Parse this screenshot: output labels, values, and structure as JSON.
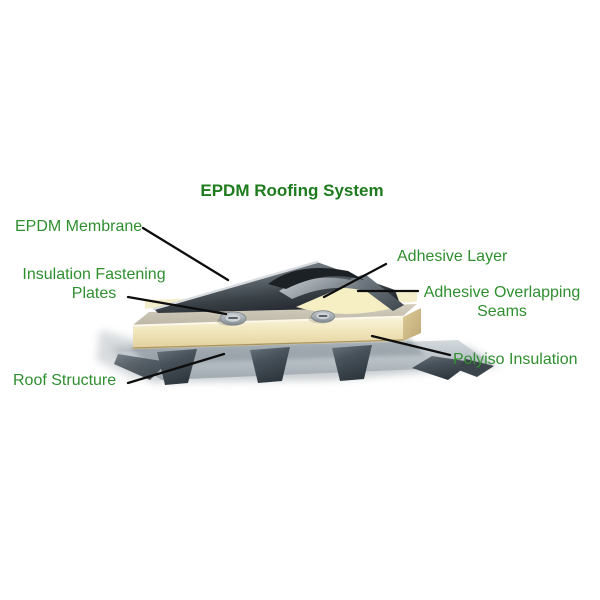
{
  "title": "EPDM Roofing System",
  "labels": {
    "epdm_membrane": {
      "text": "EPDM Membrane"
    },
    "insulation_fastening_plates": {
      "line1": "Insulation Fastening",
      "line2": "Plates"
    },
    "roof_structure": {
      "text": "Roof Structure"
    },
    "adhesive_layer": {
      "text": "Adhesive Layer"
    },
    "adhesive_overlapping_seams": {
      "line1": "Adhesive Overlapping",
      "line2": "Seams"
    },
    "polyiso_insulation": {
      "text": "Polyiso Insulation"
    }
  },
  "colors": {
    "title_green": "#1e7b1e",
    "label_green": "#2f8f2f",
    "membrane_light_gray": "#9aa2a8",
    "membrane_dark_gray": "#23282d",
    "insulation_cream": "#f1e6bd",
    "adhesive_cream": "#f4edc9",
    "deck_gray": "#a2abb2",
    "deck_rib_dark": "#2f383f",
    "plate_metal_gray": "#b9c0c5",
    "leader_line_black": "#0d0d0d",
    "background": "#ffffff"
  },
  "figure": {
    "parts": [
      "epdm-membrane-sheet",
      "membrane-folded-flap",
      "exposed-adhesive-layer",
      "adhesive-overlapping-seam",
      "insulation-fastening-plates",
      "polyiso-insulation-board",
      "corrugated-roof-deck"
    ]
  }
}
